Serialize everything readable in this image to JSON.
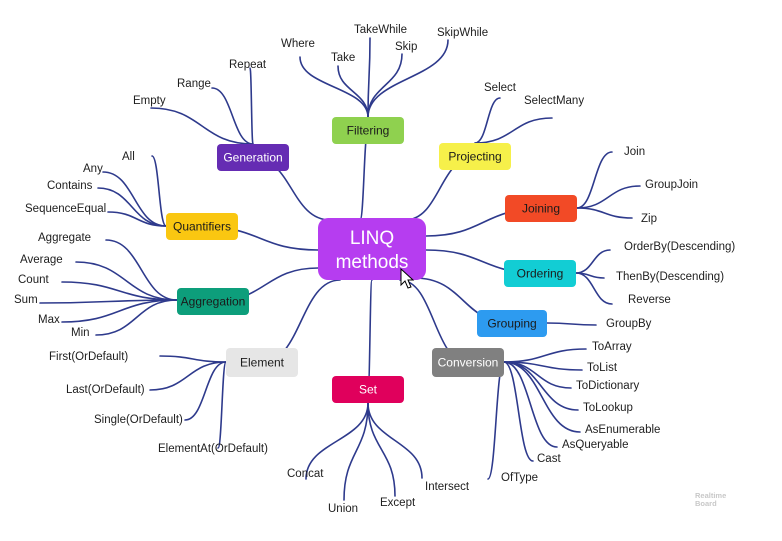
{
  "colors": {
    "line": "#2e3a8c",
    "center": "#b63df0",
    "filtering": "#8fd14f",
    "projecting": "#f6f04a",
    "joining": "#f24a26",
    "ordering": "#12cdd4",
    "grouping": "#2d9bf0",
    "conversion": "#808080",
    "set": "#e0005c",
    "element": "#e6e6e6",
    "aggregation": "#0d9e7b",
    "quantifiers": "#fac711",
    "generation": "#652cb3"
  },
  "center": {
    "line1": "LINQ",
    "line2": "methods"
  },
  "categories": {
    "filtering": "Filtering",
    "projecting": "Projecting",
    "joining": "Joining",
    "ordering": "Ordering",
    "grouping": "Grouping",
    "conversion": "Conversion",
    "set": "Set",
    "element": "Element",
    "aggregation": "Aggregation",
    "quantifiers": "Quantifiers",
    "generation": "Generation"
  },
  "leaves": {
    "filtering": [
      "Where",
      "Take",
      "TakeWhile",
      "Skip",
      "SkipWhile"
    ],
    "projecting": [
      "Select",
      "SelectMany"
    ],
    "joining": [
      "Join",
      "GroupJoin",
      "Zip"
    ],
    "ordering": [
      "OrderBy(Descending)",
      "ThenBy(Descending)",
      "Reverse"
    ],
    "grouping": [
      "GroupBy"
    ],
    "conversion": [
      "ToArray",
      "ToList",
      "ToDictionary",
      "ToLookup",
      "AsEnumerable",
      "AsQueryable",
      "Cast",
      "OfType"
    ],
    "set": [
      "Concat",
      "Union",
      "Except",
      "Intersect"
    ],
    "element": [
      "First(OrDefault)",
      "Last(OrDefault)",
      "Single(OrDefault)",
      "ElementAt(OrDefault)"
    ],
    "aggregation": [
      "Aggregate",
      "Average",
      "Count",
      "Sum",
      "Max",
      "Min"
    ],
    "quantifiers": [
      "All",
      "Any",
      "Contains",
      "SequenceEqual"
    ],
    "generation": [
      "Empty",
      "Range",
      "Repeat"
    ]
  },
  "watermark": {
    "line1": "Realtime",
    "line2": "Board"
  }
}
